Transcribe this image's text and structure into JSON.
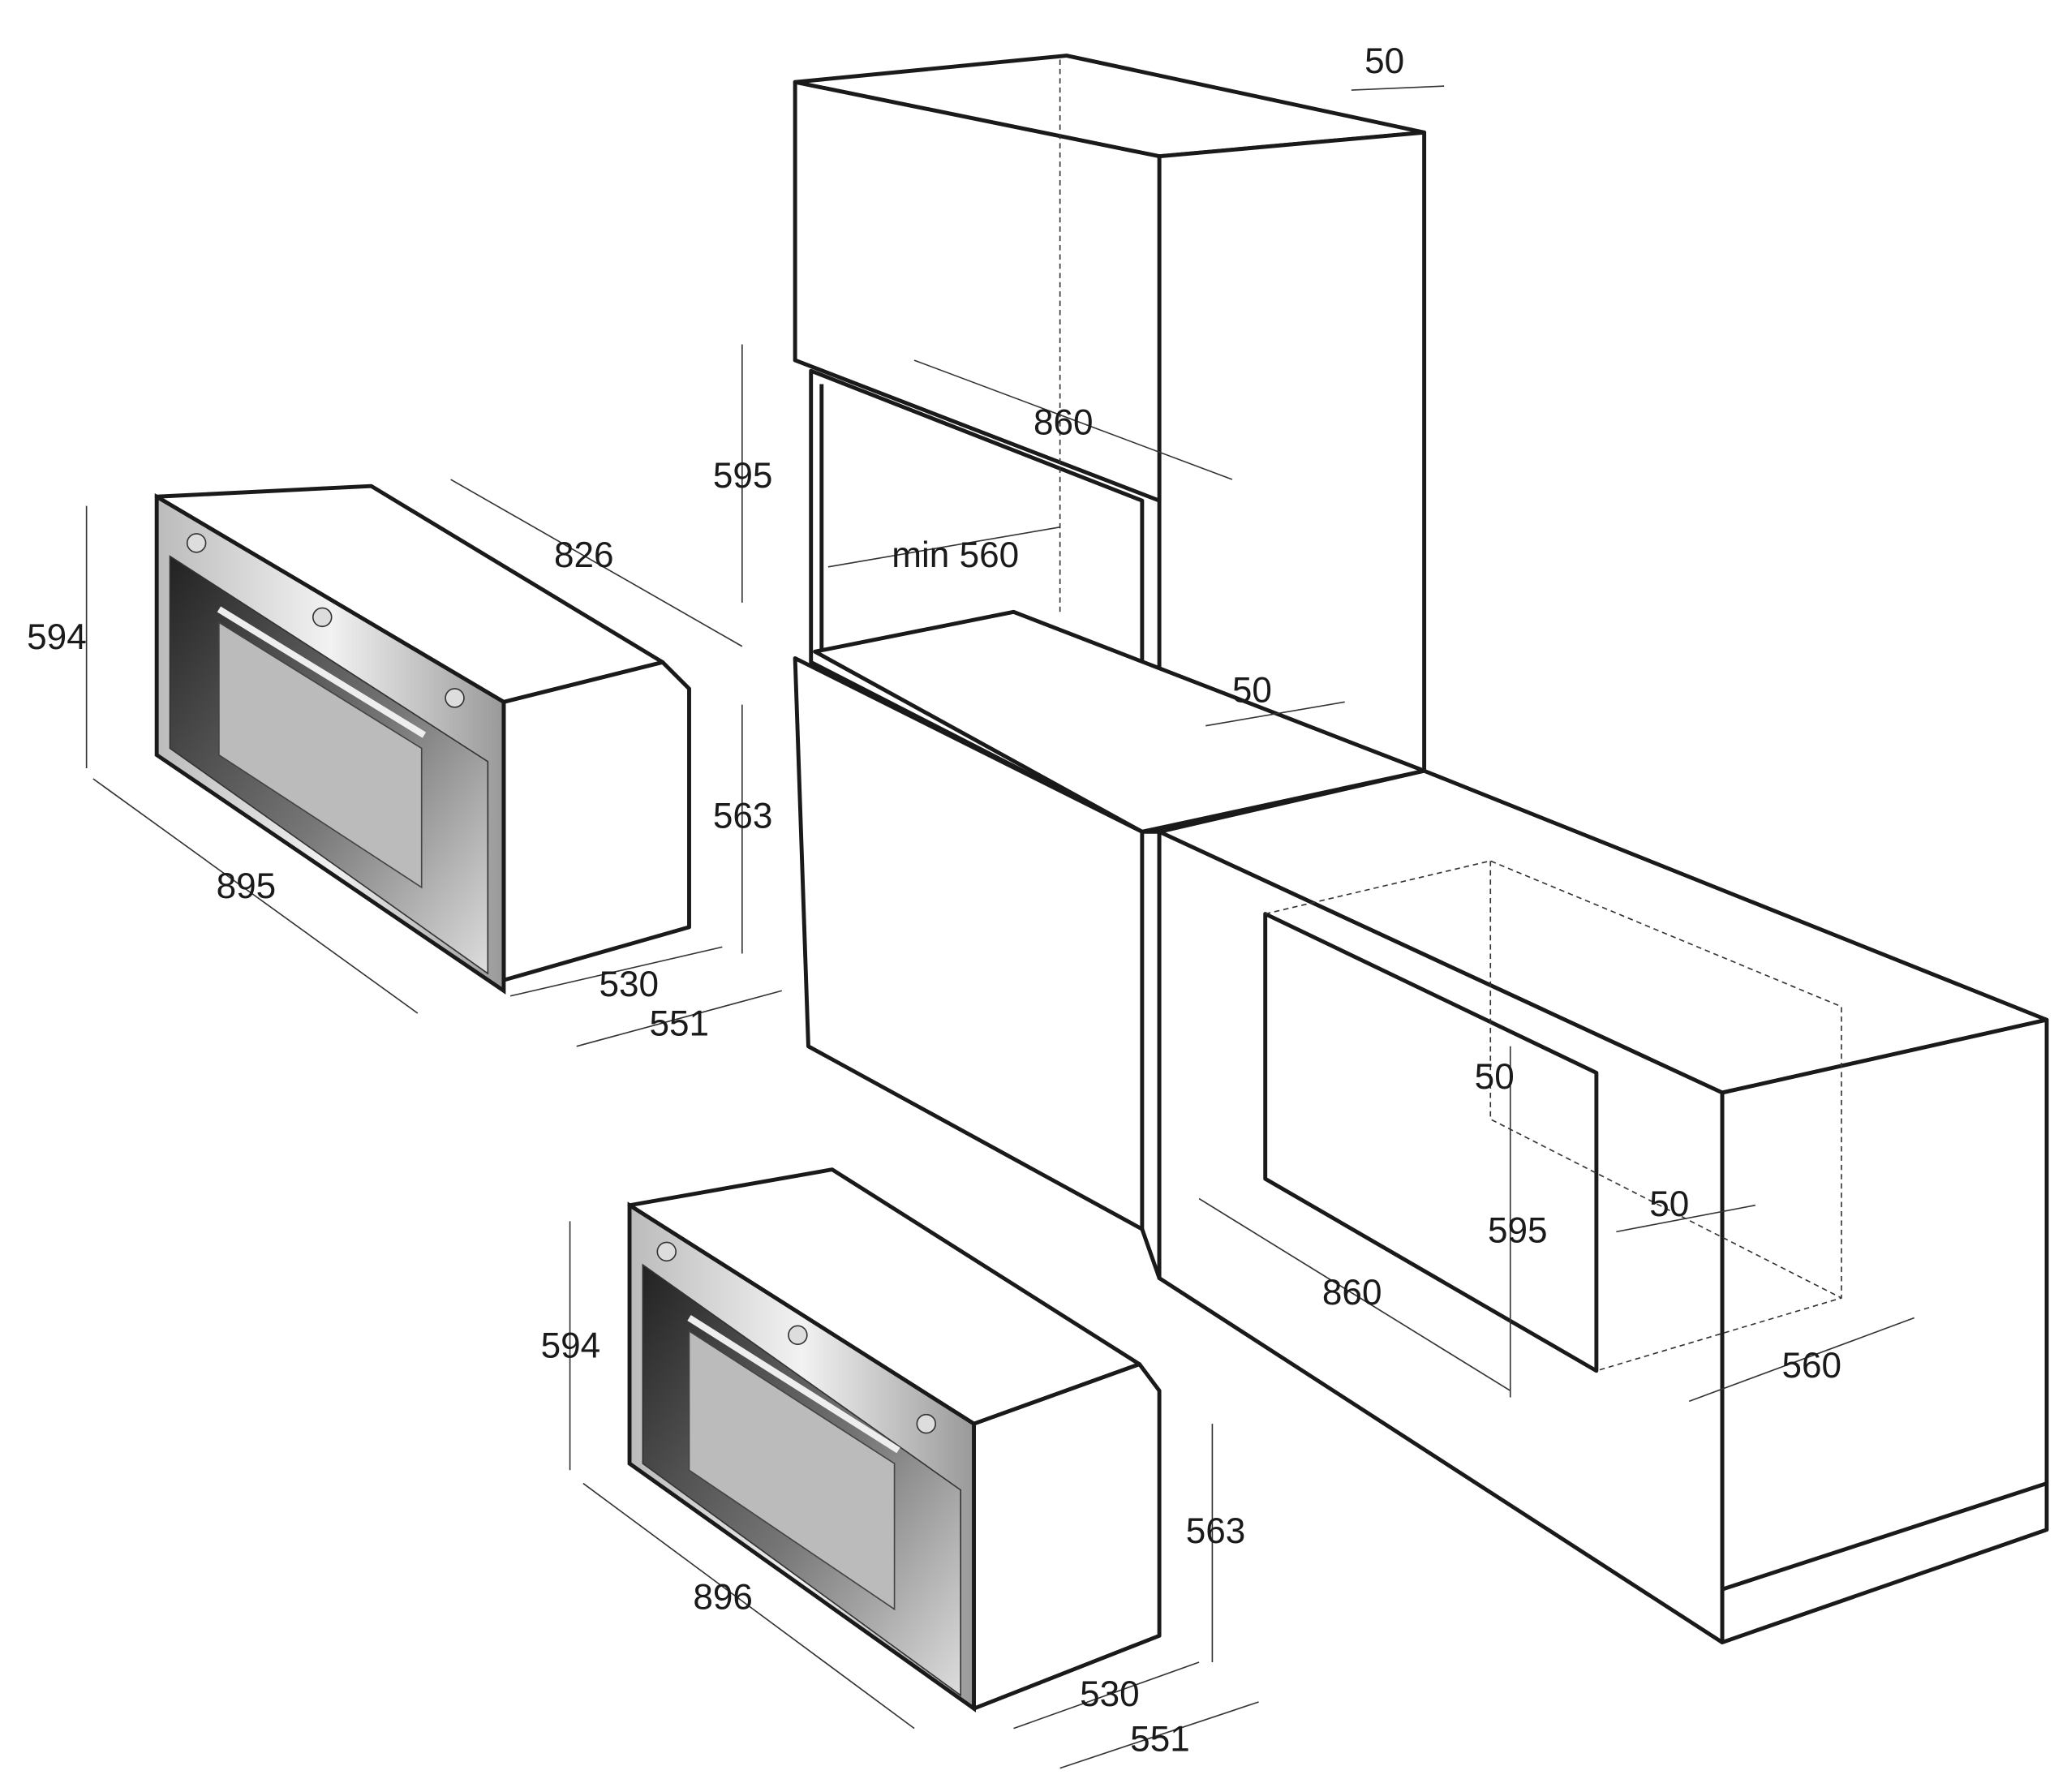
{
  "diagram": {
    "title": "Built-in oven installation dimensions",
    "oven_top_left": {
      "height": "594",
      "width": "895",
      "depth": "826",
      "body_height": "563",
      "body_depth": "530",
      "total_depth": "551"
    },
    "oven_bottom": {
      "height": "594",
      "width": "896",
      "body_height": "563",
      "body_depth": "530",
      "total_depth": "551"
    },
    "tall_cabinet": {
      "gap_top": "50",
      "niche_width": "860",
      "niche_height": "595",
      "niche_depth": "min 560",
      "gap_back": "50"
    },
    "base_cabinet": {
      "gap_top": "50",
      "niche_height": "595",
      "niche_width": "860",
      "gap_back": "50",
      "niche_depth": "560"
    }
  }
}
